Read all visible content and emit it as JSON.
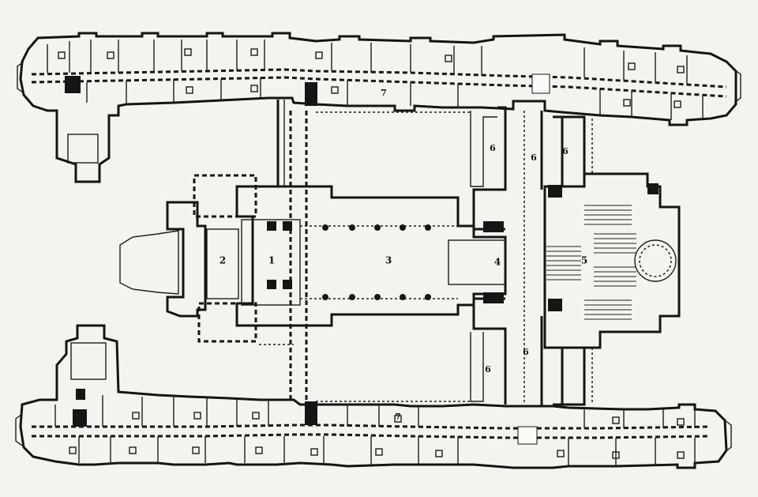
{
  "room_labels": {
    "r1": "1",
    "r2": "2",
    "r3": "3",
    "r4": "4",
    "r5": "5",
    "r6a": "6",
    "r6b": "6",
    "r6c": "6",
    "r6d": "6",
    "r6e": "6",
    "r7a": "7",
    "r7b": "7"
  },
  "colors": {
    "paper": "#f4f3ef",
    "ink": "#141414"
  }
}
